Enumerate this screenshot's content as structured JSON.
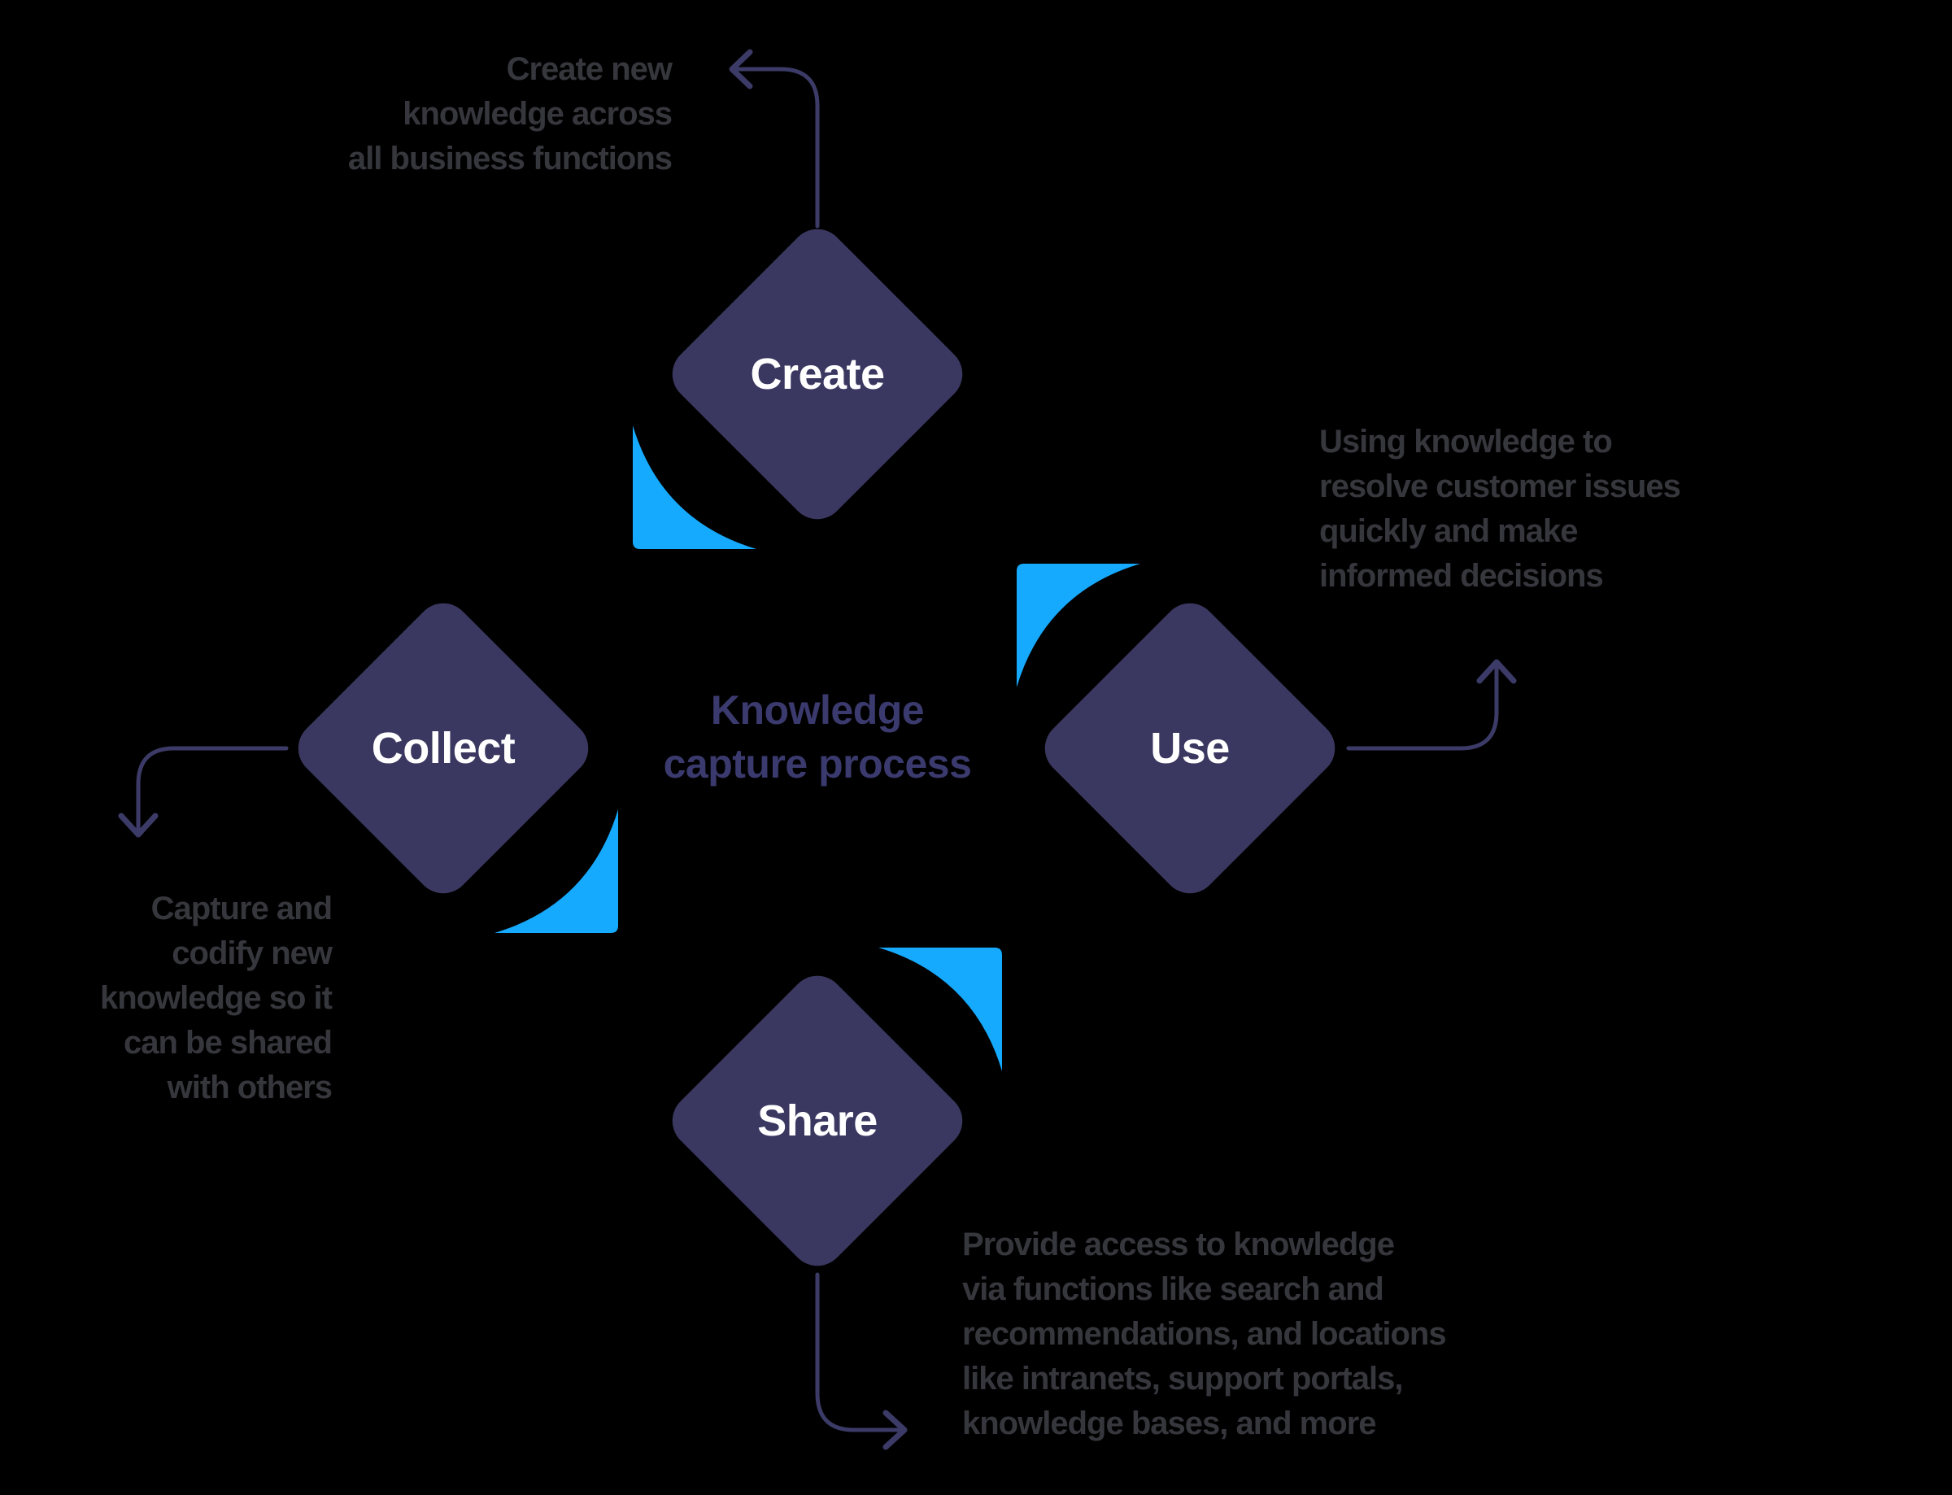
{
  "title": "Knowledge\ncapture process",
  "stages": [
    {
      "key": "create",
      "label": "Create",
      "annotation": "Create new\nknowledge across\nall business functions"
    },
    {
      "key": "collect",
      "label": "Collect",
      "annotation": "Capture and\ncodify new\nknowledge so it\ncan be shared\nwith others"
    },
    {
      "key": "share",
      "label": "Share",
      "annotation": "Provide access to knowledge\nvia functions like search and\nrecommendations, and locations\nlike intranets, support portals,\nknowledge bases, and more"
    },
    {
      "key": "use",
      "label": "Use",
      "annotation": "Using knowledge to\nresolve customer issues\nquickly and make\ninformed decisions"
    }
  ],
  "colors": {
    "background": "#000000",
    "diamond": "#3a3860",
    "arc": "#16aafe",
    "arrow": "#3c3b68",
    "title": "#3b3a6e",
    "annotation": "#36363d",
    "stage_label": "#ffffff"
  }
}
